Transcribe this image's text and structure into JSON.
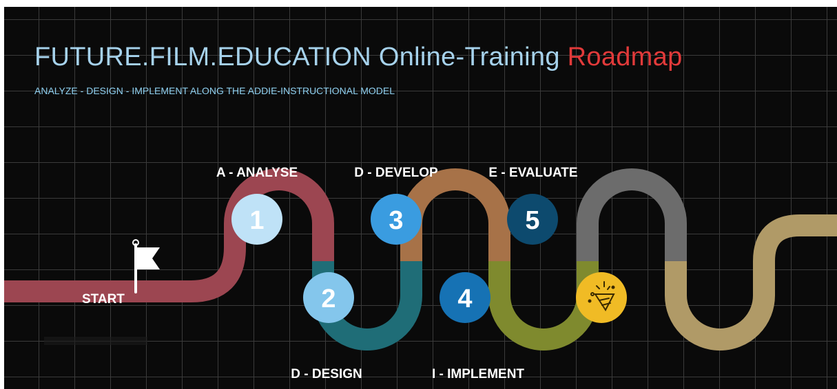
{
  "header": {
    "title_main": "FUTURE.FILM.EDUCATION Online-Training ",
    "title_accent": "Roadmap",
    "subtitle": "ANALYZE - DESIGN - IMPLEMENT ALONG THE ADDIE-INSTRUCTIONAL MODEL"
  },
  "start_label": "START",
  "steps": [
    {
      "number": "1",
      "label": "A - ANALYSE"
    },
    {
      "number": "2",
      "label": "D - DESIGN"
    },
    {
      "number": "3",
      "label": "D - DEVELOP"
    },
    {
      "number": "4",
      "label": "I - IMPLEMENT"
    },
    {
      "number": "5",
      "label": "E - EVALUATE"
    }
  ],
  "finish_icon": "party-popper-icon",
  "colors": {
    "title": "#a6d2ec",
    "accent": "#e23a3a",
    "road_analyse": "#9c4651",
    "road_design": "#1f6d77",
    "road_develop": "#a77248",
    "road_implement": "#7f8a2e",
    "road_evaluate": "#6c6c6c",
    "road_final": "#b09a67",
    "circle_1": "#bfe2f7",
    "circle_2": "#84c6ec",
    "circle_3": "#3a9ce0",
    "circle_4": "#1672b4",
    "circle_5": "#0d4a6e",
    "circle_final": "#f0bb25"
  }
}
